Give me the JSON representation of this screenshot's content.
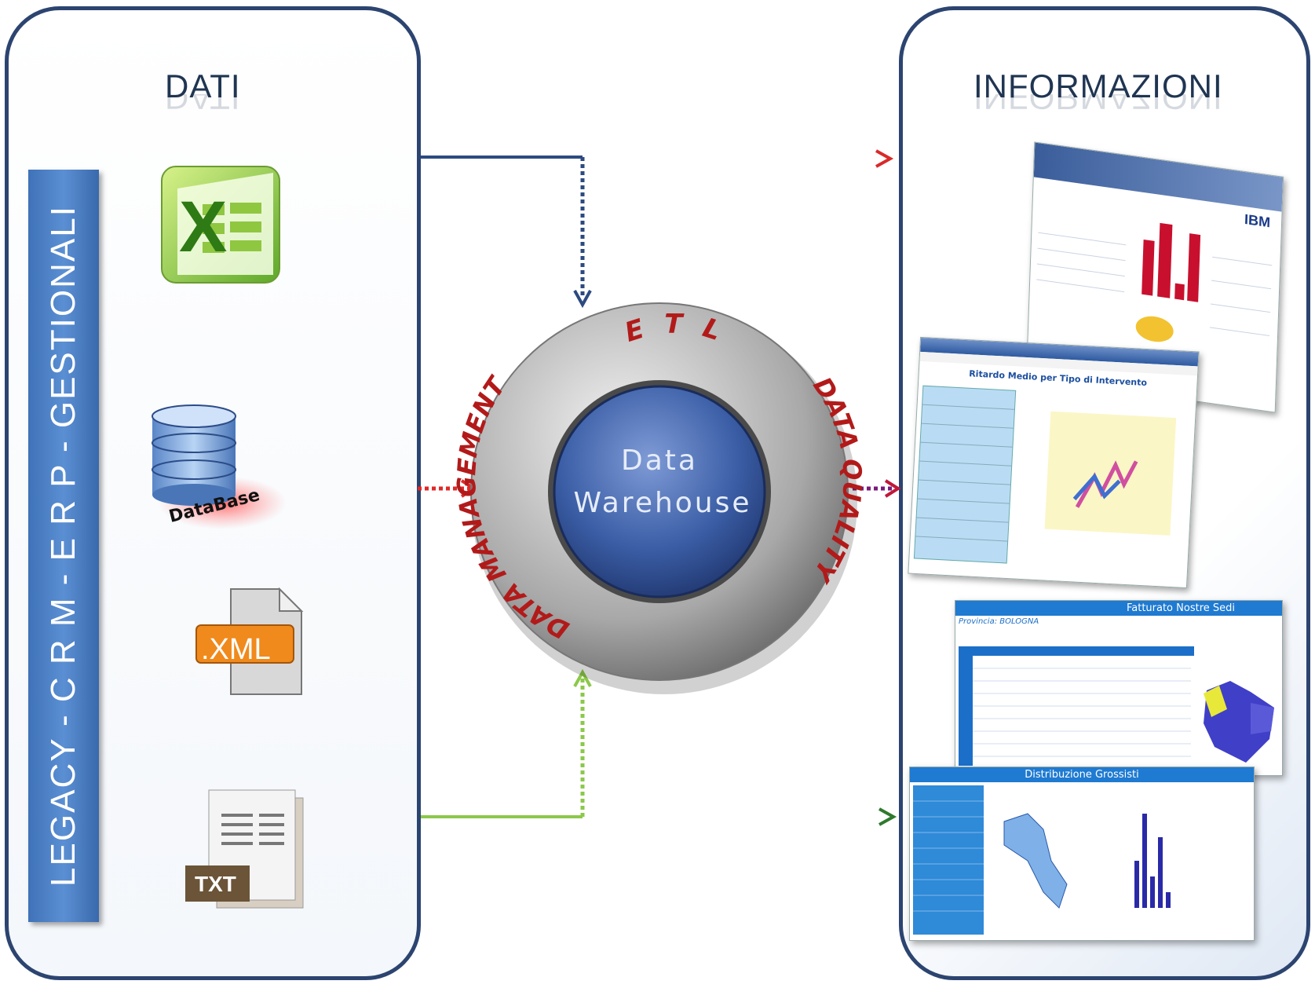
{
  "left_panel": {
    "title": "DATI",
    "side_label": "LEGACY - C R M - E R P - GESTIONALI"
  },
  "right_panel": {
    "title": "INFORMAZIONI"
  },
  "sources": [
    {
      "name": "excel",
      "label": ""
    },
    {
      "name": "database",
      "label": "DataBase"
    },
    {
      "name": "xml",
      "label": ".XML"
    },
    {
      "name": "txt",
      "label": "TXT"
    }
  ],
  "hub": {
    "center_line1": "Data",
    "center_line2": "Warehouse",
    "ring_labels": [
      "E T L",
      "DATA QUALITY",
      "DATA MANAGEMENT"
    ]
  },
  "reports": [
    {
      "name": "report-ibm-dashboard",
      "badge": "IBM"
    },
    {
      "name": "report-ritardo-medio",
      "title": "Ritardo Medio per Tipo di Intervento"
    },
    {
      "name": "report-fatturato",
      "title": "Fatturato Nostre Sedi",
      "subtitle": "Provincia: BOLOGNA"
    },
    {
      "name": "report-distribuzione",
      "title": "Distribuzione Grossisti"
    }
  ],
  "colors": {
    "border": "#2c4470",
    "hub_core": "#2f4f8f",
    "ring_text": "#b21a1a",
    "bar": "#4a7ec4"
  }
}
